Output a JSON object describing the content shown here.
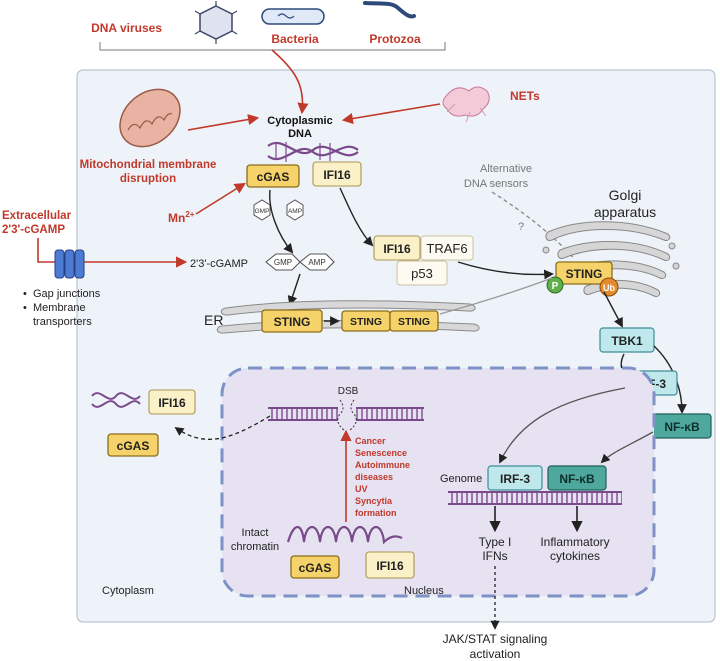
{
  "pathogens": {
    "dna_viruses": "DNA viruses",
    "bacteria": "Bacteria",
    "protozoa": "Protozoa"
  },
  "nets": "NETs",
  "cytoplasmic_dna": [
    "Cytoplasmic",
    "DNA"
  ],
  "mito": [
    "Mitochondrial membrane",
    "disruption"
  ],
  "mn": "Mn",
  "mn_sup": "2+",
  "extracellular": [
    "Extracellular",
    "2'3'-cGAMP"
  ],
  "transport": [
    "Gap junctions",
    "Membrane",
    "transporters"
  ],
  "bullet": "•",
  "cgas": "cGAS",
  "ifi16": "IFI16",
  "gmp": "GMP",
  "amp": "AMP",
  "cgamp": "2'3'-cGAMP",
  "traf6": "TRAF6",
  "p53": "p53",
  "alt_sensors": [
    "Alternative",
    "DNA sensors"
  ],
  "question": "?",
  "golgi": [
    "Golgi",
    "apparatus"
  ],
  "er": "ER",
  "sting": "STING",
  "p": "P",
  "ub": "Ub",
  "tbk1": "TBK1",
  "irf3": "IRF-3",
  "nfkb": "NF-κB",
  "dsb": "DSB",
  "dsb_causes": [
    "Cancer",
    "Senescence",
    "Autoimmune",
    "diseases",
    "UV",
    "Syncytia",
    "formation"
  ],
  "intact_chromatin": [
    "Intact",
    "chromatin"
  ],
  "genome": "Genome",
  "type1": [
    "Type I",
    "IFNs"
  ],
  "inflam": [
    "Inflammatory",
    "cytokines"
  ],
  "cytoplasm": "Cytoplasm",
  "nucleus": "Nucleus",
  "jakstat": [
    "JAK/STAT signaling",
    "activation"
  ],
  "colors": {
    "red": "#c0392b",
    "cytoplasm_bg": "#eef3f9",
    "nucleus_bg": "#e6e2f1",
    "box_yellow": "#f5d36a",
    "box_teal": "#4fa89e",
    "box_light_teal": "#bfe8ec"
  }
}
